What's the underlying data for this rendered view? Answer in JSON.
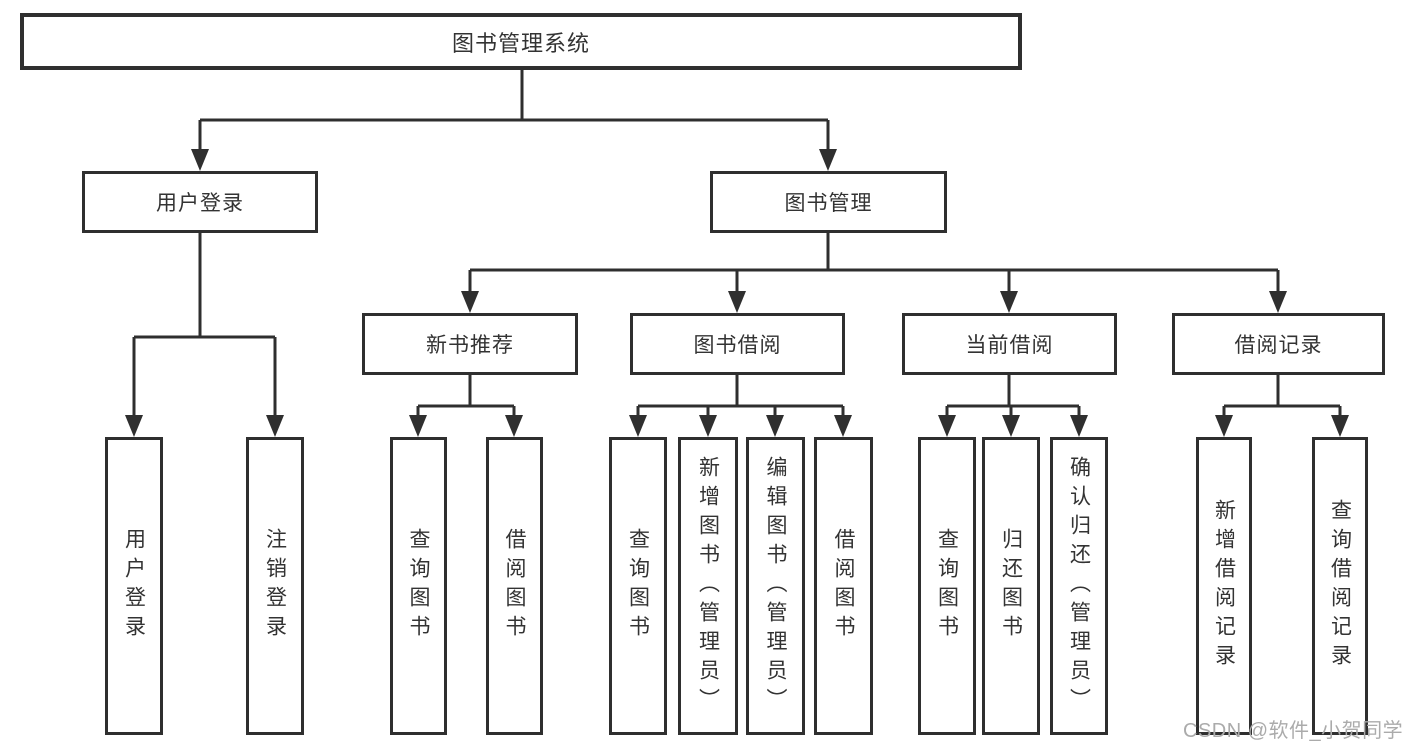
{
  "diagram": {
    "root": {
      "label": "图书管理系统"
    },
    "branches": [
      {
        "label": "用户登录",
        "children": [
          {
            "label": "用户登录"
          },
          {
            "label": "注销登录"
          }
        ]
      },
      {
        "label": "图书管理",
        "children": [
          {
            "label": "新书推荐",
            "children": [
              {
                "label": "查询图书"
              },
              {
                "label": "借阅图书"
              }
            ]
          },
          {
            "label": "图书借阅",
            "children": [
              {
                "label": "查询图书"
              },
              {
                "label": "新增图书（管理员）"
              },
              {
                "label": "编辑图书（管理员）"
              },
              {
                "label": "借阅图书"
              }
            ]
          },
          {
            "label": "当前借阅",
            "children": [
              {
                "label": "查询图书"
              },
              {
                "label": "归还图书"
              },
              {
                "label": "确认归还（管理员）"
              }
            ]
          },
          {
            "label": "借阅记录",
            "children": [
              {
                "label": "新增借阅记录"
              },
              {
                "label": "查询借阅记录"
              }
            ]
          }
        ]
      }
    ],
    "watermark": "CSDN @软件_小贺同学",
    "colors": {
      "line": "#2f2f2f",
      "text": "#333333",
      "watermark": "#ababab",
      "background": "#ffffff"
    }
  }
}
